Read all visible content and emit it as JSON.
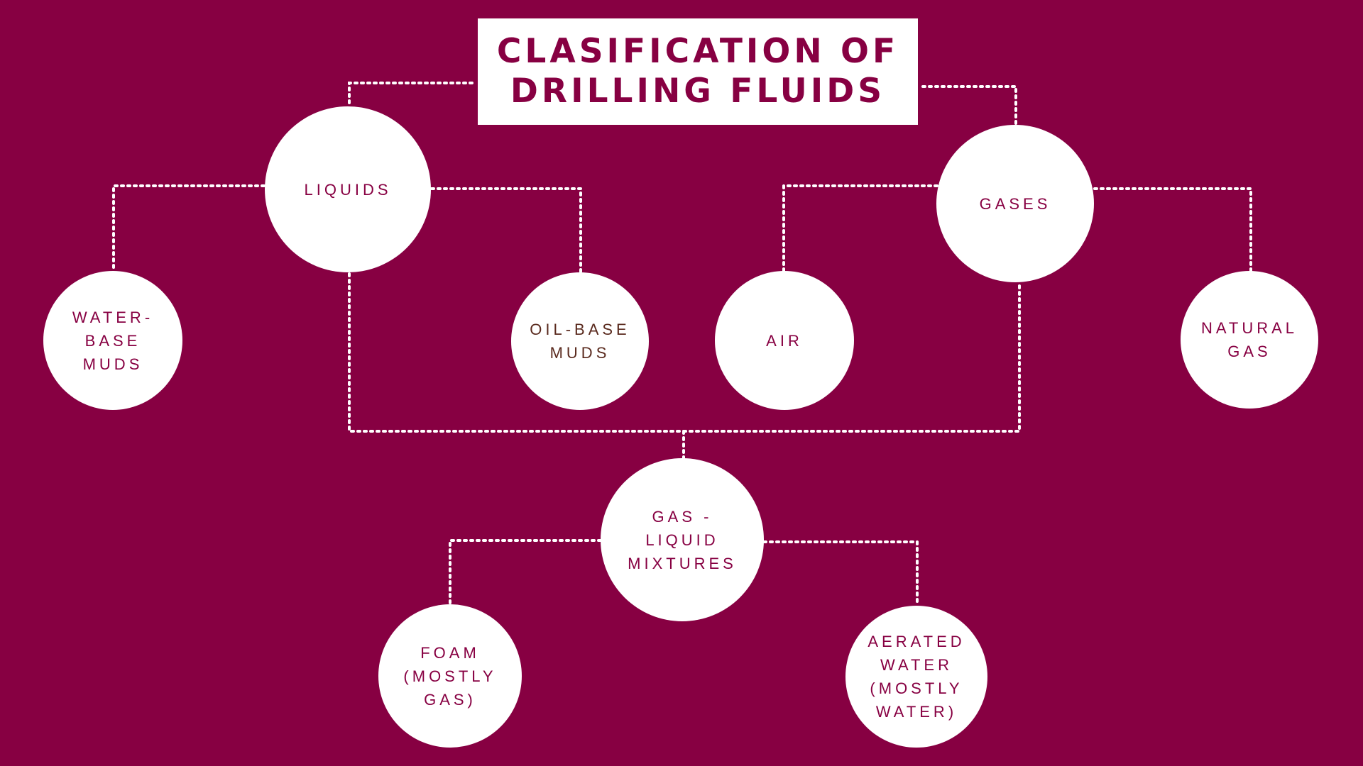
{
  "title": {
    "line1": "CLASIFICATION OF",
    "line2": "DRILLING FLUIDS"
  },
  "nodes": {
    "liquids": "LIQUIDS",
    "gases": "GASES",
    "water_base_muds": "WATER-\nBASE\nMUDS",
    "oil_base_muds": "OIL-BASE\nMUDS",
    "air": "AIR",
    "natural_gas": "NATURAL\nGAS",
    "gas_liquid_mixtures": "GAS -\nLIQUID\nMIXTURES",
    "foam": "FOAM\n(MOSTLY\nGAS)",
    "aerated_water": "AERATED\nWATER\n(MOSTLY\nWATER)"
  },
  "colors": {
    "background": "#870042",
    "node_fill": "#ffffff",
    "text": "#870042",
    "connector": "#ffffff"
  }
}
